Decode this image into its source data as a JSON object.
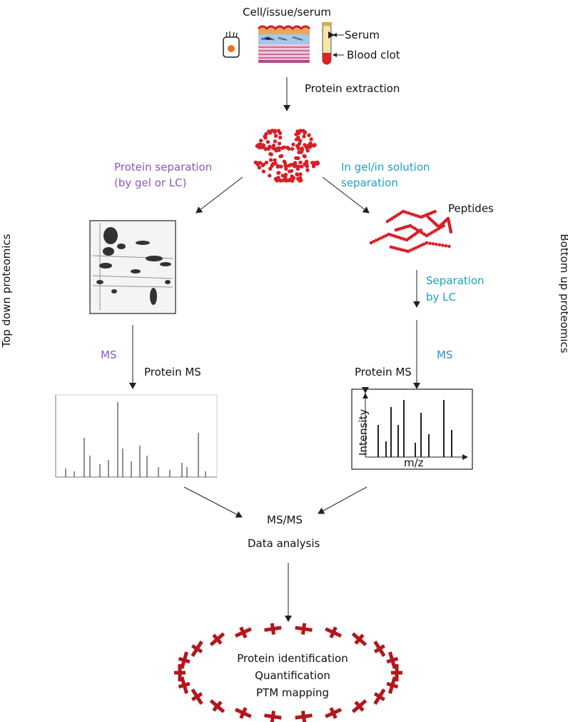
{
  "sources": {
    "title": "Cell/issue/serum",
    "serum_label": "Serum",
    "clot_label": "Blood clot"
  },
  "steps": {
    "extraction": "Protein extraction",
    "protein_separation_line1": "Protein separation",
    "protein_separation_line2": "(by gel or LC)",
    "ingel_line1": "In gel/in solution",
    "ingel_line2": "separation",
    "peptides": "Peptides",
    "lc_separation_line1": "Separation",
    "lc_separation_line2": "by LC",
    "ms_left": "MS",
    "ms_right": "MS",
    "protein_ms_left": "Protein MS",
    "protein_ms_right": "Protein MS",
    "msms": "MS/MS",
    "data_analysis": "Data analysis"
  },
  "side_labels": {
    "top_down": "Top down proteomics",
    "bottom_up": "Bottom up proteomics"
  },
  "spectrum": {
    "ylabel": "Intensity",
    "xlabel": "m/z"
  },
  "output": {
    "line1": "Protein identification",
    "line2": "Quantification",
    "line3": "PTM mapping"
  },
  "colors": {
    "purple_text": "#8a56c8",
    "cyan_text": "#1e9fc8",
    "protein_red": "#d81f26",
    "ring_red": "#b3161c"
  }
}
